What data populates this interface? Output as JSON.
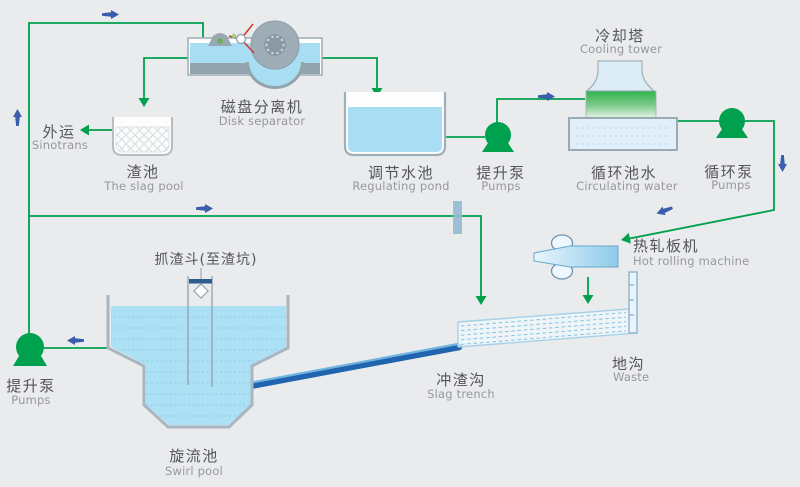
{
  "diagram": {
    "type": "process-flow",
    "subject": "Steel mill slag and circulating water treatment flow",
    "colors": {
      "background": "#e9ebec",
      "flow_line_green": "#00a04d",
      "arrow_blue": "#3a5dad",
      "pump_green": "#00a14e",
      "water_blue": "#a9ddf4",
      "pale_blue": "#dcedf8",
      "machine_gray": "#9aa8b2",
      "pipe_dark_blue": "#2063ae",
      "label_dark": "#54555a",
      "label_light": "#97989c"
    },
    "nodes": {
      "disk_separator": {
        "zh": "磁盘分离机",
        "en": "Disk separator"
      },
      "sinotrans": {
        "zh": "外运",
        "en": "Sinotrans"
      },
      "slag_pool": {
        "zh": "渣池",
        "en": "The slag pool"
      },
      "regulating_pond": {
        "zh": "调节水池",
        "en": "Regulating pond"
      },
      "lift_pump_top": {
        "zh": "提升泵",
        "en": "Pumps"
      },
      "cooling_tower": {
        "zh": "冷却塔",
        "en": "Cooling tower"
      },
      "circulating_water": {
        "zh": "循环池水",
        "en": "Circulating water"
      },
      "circulating_pump": {
        "zh": "循环泵",
        "en": "Pumps"
      },
      "hot_rolling_machine": {
        "zh": "热轧板机",
        "en": "Hot rolling machine"
      },
      "waste_trench": {
        "zh": "地沟",
        "en": "Waste"
      },
      "slag_trench": {
        "zh": "冲渣沟",
        "en": "Slag trench"
      },
      "swirl_pool": {
        "zh": "旋流池",
        "en": "Swirl pool"
      },
      "lift_pump_bottom": {
        "zh": "提升泵",
        "en": "Pumps"
      },
      "grab_bucket": {
        "zh": "抓渣斗(至渣坑)"
      }
    }
  }
}
